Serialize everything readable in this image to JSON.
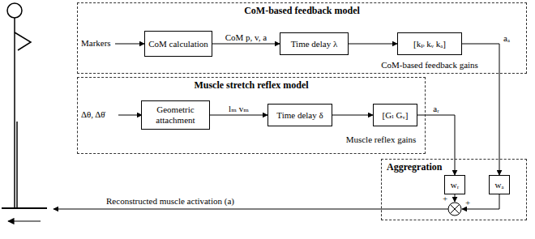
{
  "diagram": {
    "nodes": [
      {
        "text": [
          "CoM-based feedback model"
        ]
      },
      {
        "text": [
          "CoM calculation"
        ],
        "in": 0
      },
      {
        "text": [
          "Time delay λ"
        ],
        "in": 0
      },
      {
        "text": [
          "[kₚ kᵥ kₐ]"
        ],
        "in": 0
      },
      {
        "text": [
          "Muscle stretch reflex model"
        ]
      },
      {
        "text": [
          "Geometric attachment"
        ],
        "in": 4
      },
      {
        "text": [
          "Time delay δ"
        ],
        "in": 4
      },
      {
        "text": [
          "[Gₗ Gᵥ]"
        ],
        "in": 4
      },
      {
        "text": [
          "Aggregration"
        ]
      },
      {
        "text": [
          "wᵣ"
        ],
        "in": 8
      },
      {
        "text": [
          "wₐ"
        ],
        "in": 8
      }
    ],
    "edges": [
      {
        "from": 1,
        "to": 2,
        "label": "CoM p, v, a",
        "arrow": "to"
      },
      {
        "from": 2,
        "to": 3,
        "arrow": "to"
      },
      {
        "from": 3,
        "to": 10,
        "label": "aₐ",
        "arrow": "to"
      },
      {
        "from": 5,
        "to": 6,
        "label": "lₘ vₘ",
        "arrow": "to"
      },
      {
        "from": 6,
        "to": 7,
        "arrow": "to"
      },
      {
        "from": 7,
        "to": 9,
        "label": "aᵣ",
        "arrow": "to"
      }
    ],
    "labels": [
      "Markers",
      "CoM-based feedback gains",
      "Δθ, Δθ̇",
      "Muscle reflex gains",
      "+",
      "+",
      "Reconstructed muscle activation (a)"
    ]
  }
}
